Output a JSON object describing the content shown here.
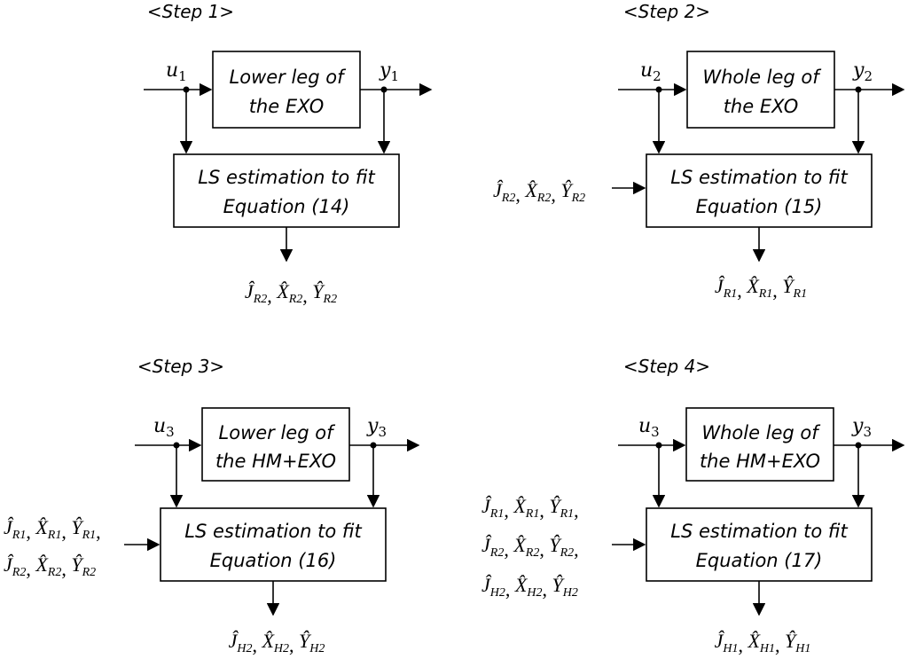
{
  "steps": [
    {
      "caption": "<Step 1>",
      "plant_line1": "Lower leg of",
      "plant_line2": "the EXO",
      "estimator_line1": "LS estimation to fit",
      "estimator_line2": "Equation (14)",
      "input": {
        "sym": "u",
        "sub": "1"
      },
      "output": {
        "sym": "y",
        "sub": "1"
      },
      "prior_lines": [],
      "result_line": [
        {
          "sym": "J",
          "sub": "R2",
          "sep": ", "
        },
        {
          "sym": "X",
          "sub": "R2",
          "sep": ", "
        },
        {
          "sym": "Y",
          "sub": "R2",
          "sep": ""
        }
      ]
    },
    {
      "caption": "<Step 2>",
      "plant_line1": "Whole leg of",
      "plant_line2": "the EXO",
      "estimator_line1": "LS estimation to fit",
      "estimator_line2": "Equation (15)",
      "input": {
        "sym": "u",
        "sub": "2"
      },
      "output": {
        "sym": "y",
        "sub": "2"
      },
      "prior_lines": [
        [
          {
            "sym": "J",
            "sub": "R2",
            "sep": ", "
          },
          {
            "sym": "X",
            "sub": "R2",
            "sep": ", "
          },
          {
            "sym": "Y",
            "sub": "R2",
            "sep": ""
          }
        ]
      ],
      "result_line": [
        {
          "sym": "J",
          "sub": "R1",
          "sep": ", "
        },
        {
          "sym": "X",
          "sub": "R1",
          "sep": ", "
        },
        {
          "sym": "Y",
          "sub": "R1",
          "sep": ""
        }
      ]
    },
    {
      "caption": "<Step 3>",
      "plant_line1": "Lower leg of",
      "plant_line2": "the HM+EXO",
      "estimator_line1": "LS estimation to fit",
      "estimator_line2": "Equation (16)",
      "input": {
        "sym": "u",
        "sub": "3"
      },
      "output": {
        "sym": "y",
        "sub": "3"
      },
      "prior_lines": [
        [
          {
            "sym": "J",
            "sub": "R1",
            "sep": ", "
          },
          {
            "sym": "X",
            "sub": "R1",
            "sep": ", "
          },
          {
            "sym": "Y",
            "sub": "R1",
            "sep": ","
          }
        ],
        [
          {
            "sym": "J",
            "sub": "R2",
            "sep": ", "
          },
          {
            "sym": "X",
            "sub": "R2",
            "sep": ", "
          },
          {
            "sym": "Y",
            "sub": "R2",
            "sep": ""
          }
        ]
      ],
      "result_line": [
        {
          "sym": "J",
          "sub": "H2",
          "sep": ", "
        },
        {
          "sym": "X",
          "sub": "H2",
          "sep": ", "
        },
        {
          "sym": "Y",
          "sub": "H2",
          "sep": ""
        }
      ]
    },
    {
      "caption": "<Step 4>",
      "plant_line1": "Whole leg of",
      "plant_line2": "the HM+EXO",
      "estimator_line1": "LS estimation to fit",
      "estimator_line2": "Equation (17)",
      "input": {
        "sym": "u",
        "sub": "3"
      },
      "output": {
        "sym": "y",
        "sub": "3"
      },
      "prior_lines": [
        [
          {
            "sym": "J",
            "sub": "R1",
            "sep": ", "
          },
          {
            "sym": "X",
            "sub": "R1",
            "sep": ", "
          },
          {
            "sym": "Y",
            "sub": "R1",
            "sep": ","
          }
        ],
        [
          {
            "sym": "J",
            "sub": "R2",
            "sep": ", "
          },
          {
            "sym": "X",
            "sub": "R2",
            "sep": ", "
          },
          {
            "sym": "Y",
            "sub": "R2",
            "sep": ","
          }
        ],
        [
          {
            "sym": "J",
            "sub": "H2",
            "sep": ", "
          },
          {
            "sym": "X",
            "sub": "H2",
            "sep": ", "
          },
          {
            "sym": "Y",
            "sub": "H2",
            "sep": ""
          }
        ]
      ],
      "result_line": [
        {
          "sym": "J",
          "sub": "H1",
          "sep": ", "
        },
        {
          "sym": "X",
          "sub": "H1",
          "sep": ", "
        },
        {
          "sym": "Y",
          "sub": "H1",
          "sep": ""
        }
      ]
    }
  ]
}
